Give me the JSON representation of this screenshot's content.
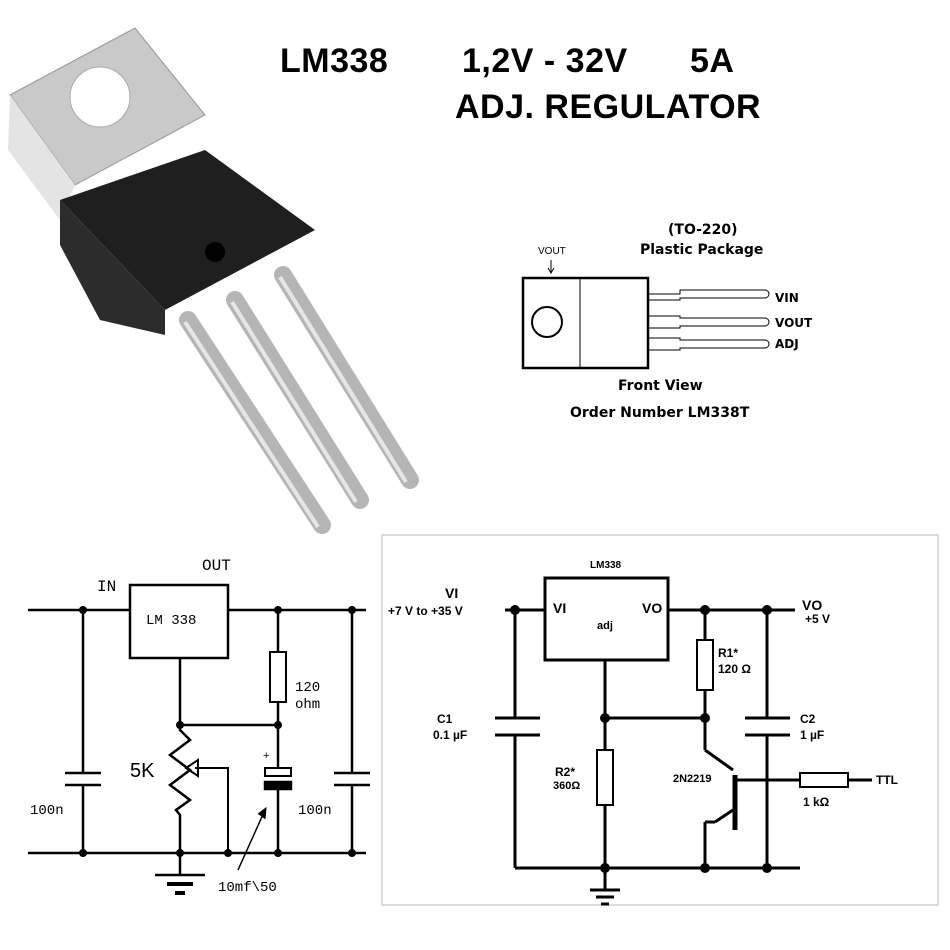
{
  "title": {
    "part": "LM338",
    "range": "1,2V - 32V",
    "current": "5A",
    "desc": "ADJ. REGULATOR"
  },
  "pinout": {
    "package": "(TO-220)",
    "package_type": "Plastic Package",
    "tab_label": "VOUT",
    "pins": [
      "VIN",
      "VOUT",
      "ADJ"
    ],
    "view": "Front View",
    "order": "Order Number LM338T"
  },
  "circuit_left": {
    "in": "IN",
    "out": "OUT",
    "chip": "LM 338",
    "r1": "120",
    "r1_unit": "ohm",
    "pot": "5K",
    "c_in": "100n",
    "c_out": "100n",
    "c_elec": "10mf\\50",
    "plus": "+"
  },
  "circuit_right": {
    "chip": "LM338",
    "vi": "VI",
    "vi_range": "+7 V to +35 V",
    "pin_vi": "VI",
    "pin_vo": "VO",
    "pin_adj": "adj",
    "vo": "VO",
    "vo_value": "+5 V",
    "r1": "R1*",
    "r1_value": "120 Ω",
    "c1": "C1",
    "c1_value": "0.1 µF",
    "c2": "C2",
    "c2_value": "1 µF",
    "r2": "R2*",
    "r2_value": "360Ω",
    "transistor": "2N2219",
    "rb_value": "1 kΩ",
    "ttl": "TTL"
  }
}
